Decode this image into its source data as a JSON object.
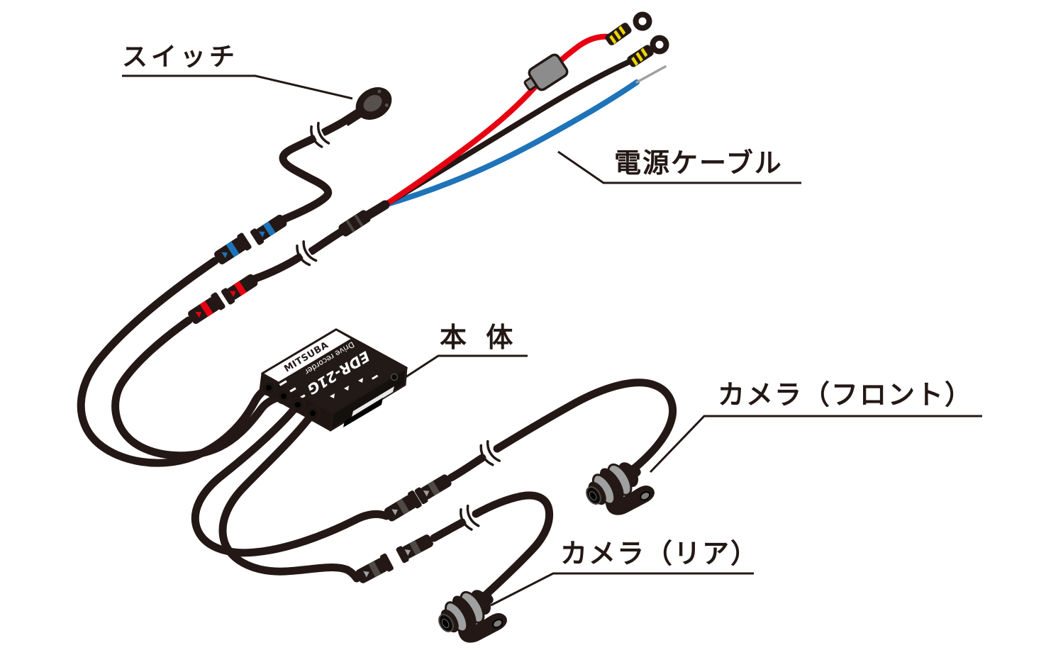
{
  "illustration": {
    "description": "Exploded wiring diagram of a motorcycle drive recorder kit showing switch, power cable, main unit and two cameras",
    "labels": {
      "switch": "スイッチ",
      "power_cable": "電源ケーブル",
      "main_unit": "本 体",
      "camera_front": "カメラ（フロント）",
      "camera_rear": "カメラ（リア）"
    },
    "device": {
      "brand": "MITSUBA",
      "type": "Drive recorder",
      "model": "EDR-21G"
    },
    "colors": {
      "background": "#ffffff",
      "ink": "#231815",
      "wire_red": "#e60012",
      "wire_blue": "#1e73b9",
      "fuse_gray": "#8c8c8c",
      "terminal_yellow": "#eed500",
      "camera_gray": "#9fa0a0"
    }
  }
}
